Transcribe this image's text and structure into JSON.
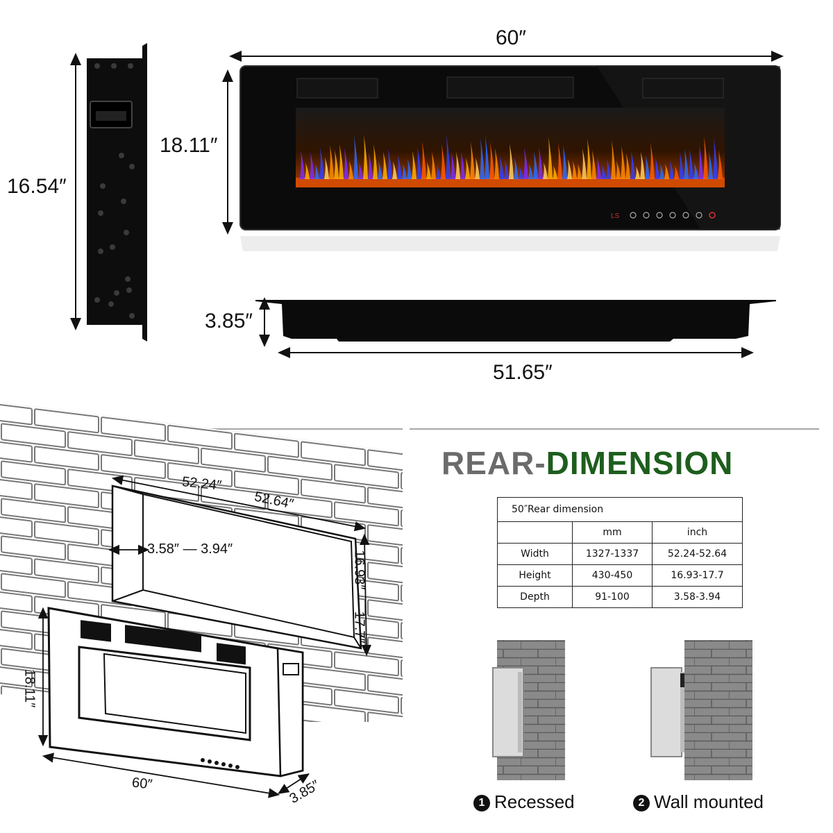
{
  "top": {
    "width": "60″",
    "height": "18.11″",
    "side_height": "16.54″",
    "depth": "3.85″",
    "bottom_width": "51.65″",
    "panel_text": "LS"
  },
  "diagram": {
    "recess_w1": "52.24″",
    "recess_w2": "52.64″",
    "recess_d": "3.58″ — 3.94″",
    "recess_h": "16.93″ — 17.7″",
    "unit_h": "18.11″",
    "unit_w": "60″",
    "unit_d": "3.85″"
  },
  "rear": {
    "title_part1": "REAR-",
    "title_part2": "DIMENSION",
    "caption": "50″Rear dimension",
    "headers": [
      "",
      "mm",
      "inch"
    ],
    "rows": [
      [
        "Width",
        "1327-1337",
        "52.24-52.64"
      ],
      [
        "Height",
        "430-450",
        "16.93-17.7"
      ],
      [
        "Depth",
        "91-100",
        "3.58-3.94"
      ]
    ]
  },
  "install": {
    "recessed_num": "1",
    "recessed": "Recessed",
    "wall_num": "2",
    "wall": "Wall mounted"
  },
  "colors": {
    "title_gray": "#6b6b6b",
    "title_green": "#1d5e1d"
  }
}
